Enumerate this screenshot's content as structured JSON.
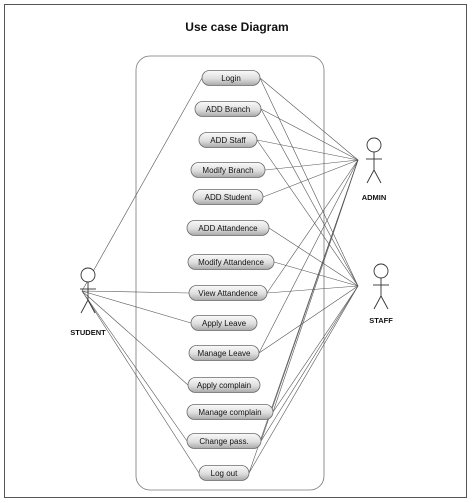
{
  "title": "Use case Diagram",
  "use_cases": [
    {
      "id": "login",
      "label": "Login"
    },
    {
      "id": "add_branch",
      "label": "ADD Branch"
    },
    {
      "id": "add_staff",
      "label": "ADD Staff"
    },
    {
      "id": "modify_branch",
      "label": "Modify Branch"
    },
    {
      "id": "add_student",
      "label": "ADD Student"
    },
    {
      "id": "add_attendence",
      "label": "ADD Attandence"
    },
    {
      "id": "modify_attendence",
      "label": "Modify Attandence"
    },
    {
      "id": "view_attendence",
      "label": "View Attandence"
    },
    {
      "id": "apply_leave",
      "label": "Apply Leave"
    },
    {
      "id": "manage_leave",
      "label": "Manage Leave"
    },
    {
      "id": "apply_complain",
      "label": "Apply complain"
    },
    {
      "id": "manage_complain",
      "label": "Manage complain"
    },
    {
      "id": "change_pass",
      "label": "Change pass."
    },
    {
      "id": "logout",
      "label": "Log out"
    }
  ],
  "actors": [
    {
      "id": "student",
      "label": "STUDENT"
    },
    {
      "id": "admin",
      "label": "ADMIN"
    },
    {
      "id": "staff",
      "label": "STAFF"
    }
  ],
  "associations": {
    "student": [
      "login",
      "view_attendence",
      "apply_leave",
      "apply_complain",
      "change_pass",
      "logout"
    ],
    "admin": [
      "login",
      "add_branch",
      "add_staff",
      "modify_branch",
      "add_student",
      "view_attendence",
      "manage_leave",
      "manage_complain",
      "change_pass",
      "logout"
    ],
    "staff": [
      "login",
      "add_branch",
      "add_staff",
      "add_attendence",
      "modify_attendence",
      "view_attendence",
      "manage_leave",
      "manage_complain",
      "change_pass",
      "logout"
    ]
  },
  "colors": {
    "line": "#555555",
    "usecase_fill_light": "#fafafa",
    "usecase_fill_dark": "#a8a8a8",
    "usecase_border": "#6a6a6a",
    "text": "#111111"
  }
}
